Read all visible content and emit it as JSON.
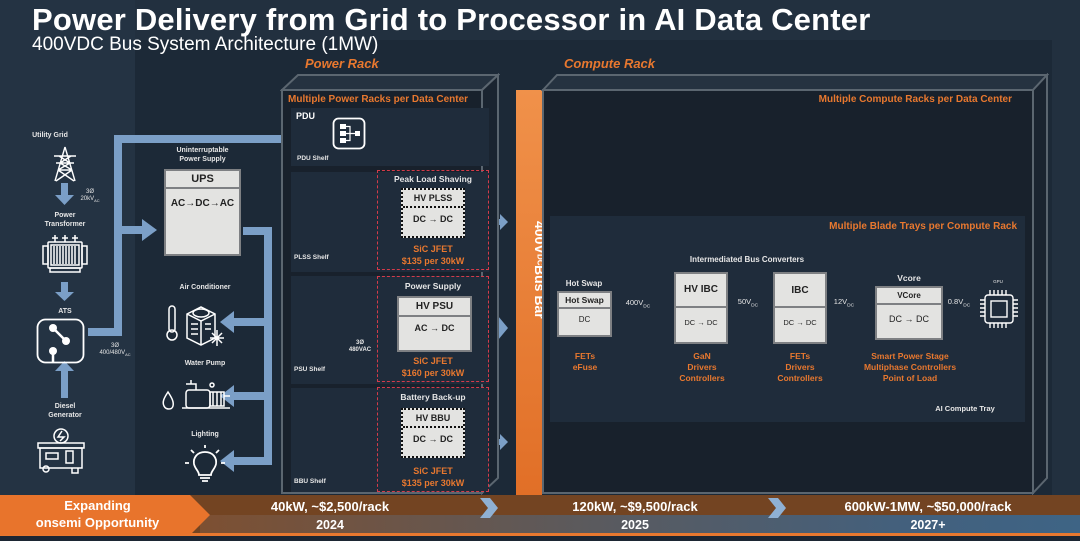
{
  "header": {
    "title": "Power Delivery from Grid to Processor in AI Data Center",
    "subtitle": "400VDC Bus System Architecture (1MW)"
  },
  "colors": {
    "background": "#1c2937",
    "accent_orange": "#e8782f",
    "arrow_blue": "#7b9fc7",
    "dashed_red": "#d43b4a",
    "box_fill": "#e3e3e1"
  },
  "grid_side": {
    "utility_grid": "Utility Grid",
    "grid_voltage": {
      "phase": "3Ø",
      "value": "20kV",
      "sub": "AC"
    },
    "power_transformer": [
      "Power",
      "Transformer"
    ],
    "ats": "ATS",
    "ats_voltage": {
      "phase": "3Ø",
      "value": "400/480V",
      "sub": "AC"
    },
    "diesel_generator": [
      "Diesel",
      "Generator"
    ],
    "ups_caption": [
      "Uninterruptable",
      "Power Supply"
    ],
    "ups_box": {
      "header": "UPS",
      "body": "AC→DC→AC"
    },
    "air_conditioner": "Air Conditioner",
    "water_pump": "Water Pump",
    "lighting": "Lighting"
  },
  "power_rack": {
    "label": "Power Rack",
    "caption": "Multiple Power Racks per Data Center",
    "pdu": {
      "title": "PDU",
      "shelf": "PDU Shelf"
    },
    "psu_input": {
      "phase": "3Ø",
      "value": "480VAC"
    },
    "shelves": [
      {
        "shelf": "PLSS Shelf",
        "group": "Peak Load Shaving",
        "header": "HV PLSS",
        "body": "DC → DC",
        "tech": "SiC JFET",
        "cost": "$135 per 30kW"
      },
      {
        "shelf": "PSU Shelf",
        "group": "Power Supply",
        "header": "HV PSU",
        "body": "AC → DC",
        "tech": "SiC JFET",
        "cost": "$160 per 30kW"
      },
      {
        "shelf": "BBU Shelf",
        "group": "Battery Back-up",
        "header": "HV BBU",
        "body": "DC → DC",
        "tech": "SiC JFET",
        "cost": "$135 per 30kW"
      }
    ]
  },
  "bus_bar": {
    "main": "400V",
    "sub": "DC",
    "rest": " Bus Bar"
  },
  "compute_rack": {
    "label": "Compute Rack",
    "caption": "Multiple Compute Racks per Data Center",
    "blade_caption": "Multiple  Blade Trays per Compute Rack",
    "ibc_group": "Intermediated Bus Converters",
    "tray_label": "AI Compute Tray",
    "stages": [
      {
        "caption": "Hot Swap",
        "header": "Hot Swap",
        "body": "DC",
        "parts": [
          "FETs",
          "eFuse"
        ]
      },
      {
        "caption": "",
        "header": "HV IBC",
        "body": "DC → DC",
        "parts": [
          "GaN",
          "Drivers",
          "Controllers"
        ]
      },
      {
        "caption": "",
        "header": "IBC",
        "body": "DC → DC",
        "parts": [
          "FETs",
          "Drivers",
          "Controllers"
        ]
      },
      {
        "caption": "Vcore",
        "header": "VCore",
        "body": "DC → DC",
        "parts": [
          "Smart Power Stage",
          "Multiphase Controllers",
          "Point of Load"
        ]
      }
    ],
    "voltages": [
      {
        "value": "400V",
        "sub": "DC"
      },
      {
        "value": "50V",
        "sub": "DC"
      },
      {
        "value": "12V",
        "sub": "DC"
      },
      {
        "value": "0.8V",
        "sub": "DC"
      }
    ],
    "gpu_label": "GPU"
  },
  "timeline": {
    "opportunity": [
      "Expanding",
      "onsemi Opportunity"
    ],
    "phases": [
      {
        "value": "40kW, ~$2,500/rack",
        "year": "2024"
      },
      {
        "value": "120kW, ~$9,500/rack",
        "year": "2025"
      },
      {
        "value": "600kW-1MW, ~$50,000/rack",
        "year": "2027+"
      }
    ]
  }
}
